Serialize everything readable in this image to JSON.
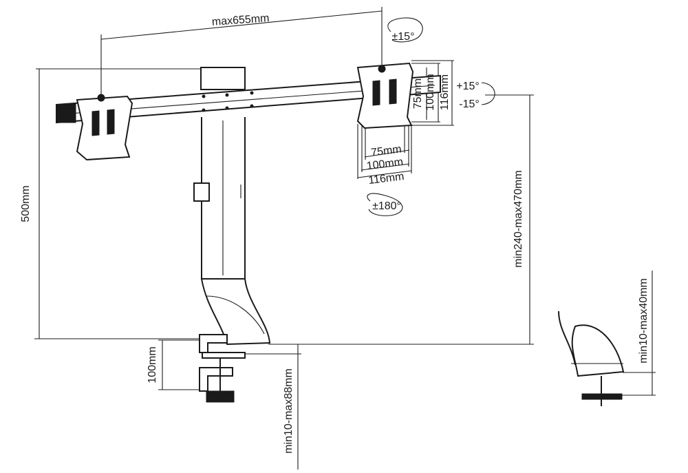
{
  "dimensions": {
    "width_max": "max655mm",
    "total_height": "500mm",
    "pole_range": "min240-max470mm",
    "clamp_depth": "100mm",
    "clamp_range": "min10-max88mm",
    "grommet_range": "min10-max40mm"
  },
  "vesa": {
    "h_75": "75mm",
    "h_100": "100mm",
    "h_116": "116mm",
    "v_75": "75mm",
    "v_100": "100mm",
    "v_116": "116mm"
  },
  "rotation": {
    "swivel": "±15°",
    "tilt_up": "+15°",
    "tilt_down": "-15°",
    "rotate": "±180°"
  }
}
